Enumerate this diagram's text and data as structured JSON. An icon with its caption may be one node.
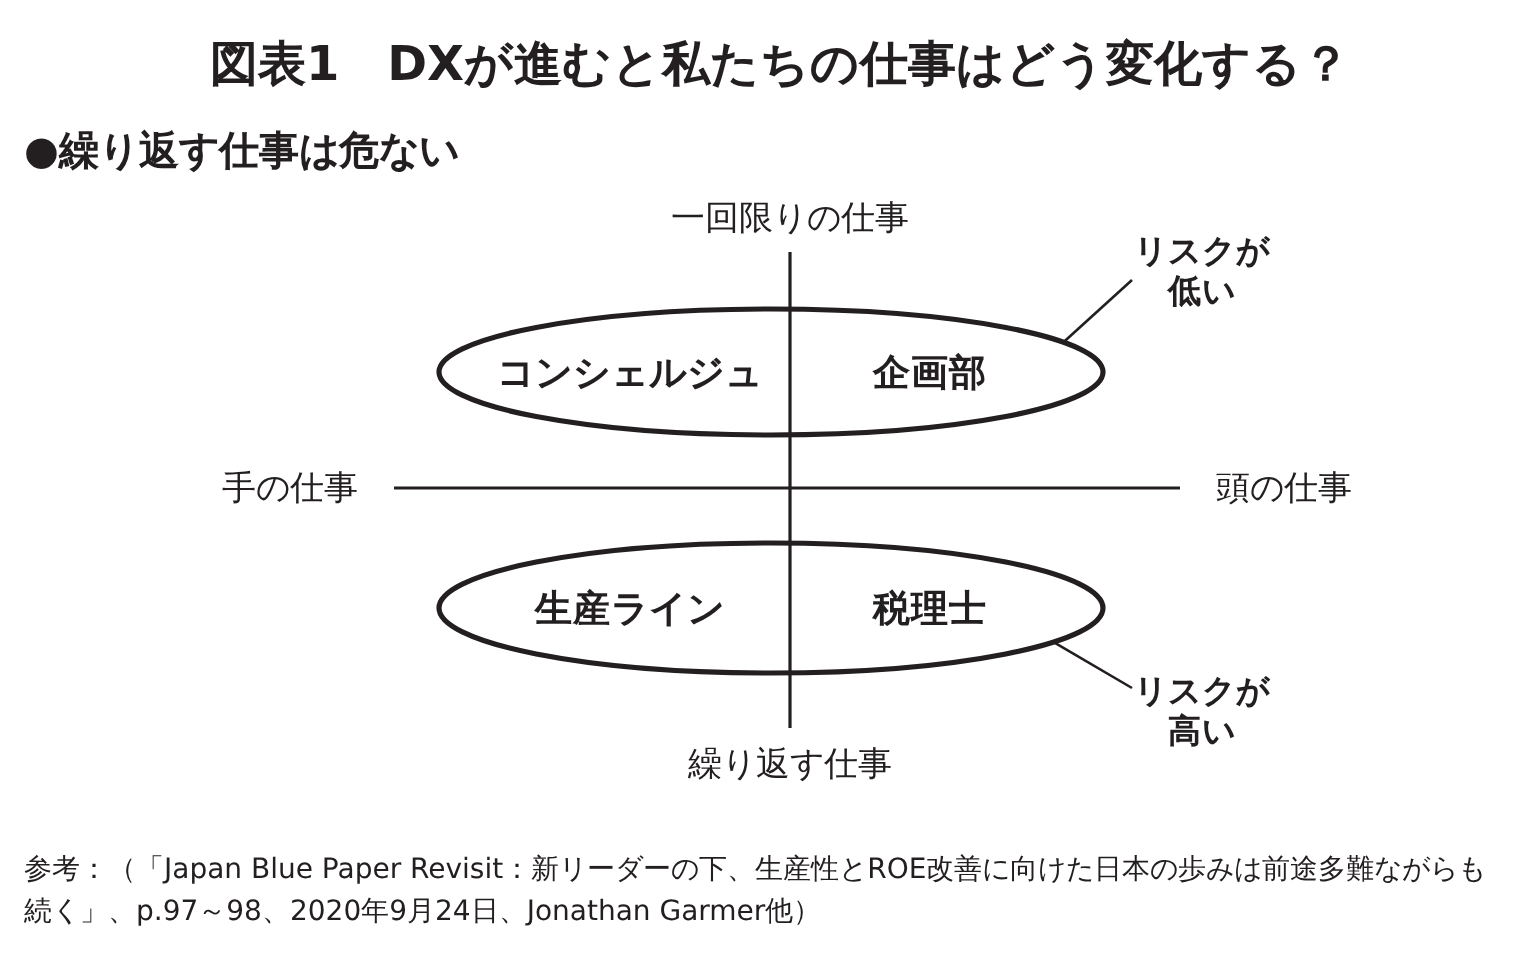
{
  "diagram": {
    "title": "図表1　DXが進むと私たちの仕事はどう変化する？",
    "nodes": [
      {
        "text": [
          "リスクが低い"
        ]
      },
      {
        "text": [
          "コンシェルジュ",
          "企画部"
        ]
      },
      {
        "text": [
          "生産ライン",
          "税理士"
        ]
      },
      {
        "text": [
          "リスクが高い"
        ]
      }
    ],
    "edges": [
      {
        "from": 0,
        "to": 1,
        "arrow": "none"
      },
      {
        "from": 3,
        "to": 2,
        "arrow": "none"
      }
    ],
    "labels": [
      "●繰り返す仕事は危ない",
      "一回限りの仕事",
      "手の仕事",
      "頭の仕事",
      "繰り返す仕事"
    ],
    "caption": "参考：（「Japan Blue Paper Revisit：新リーダーの下、生産性とROE改善に向けた日本の歩みは前途多難ながらも続く」、p.97～98、2020年9月24日、Jonathan Garmer他）"
  }
}
